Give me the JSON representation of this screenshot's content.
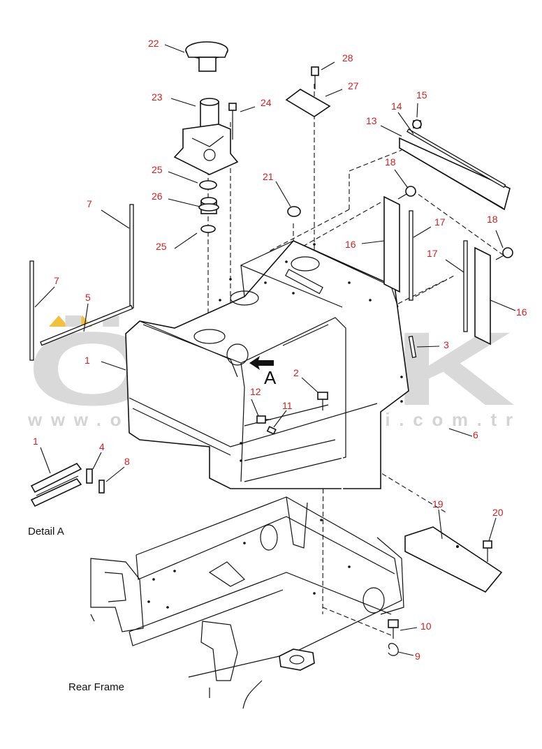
{
  "watermark": {
    "brand": "ÖNEK",
    "url": "www.onekismakinalari.com.tr",
    "accent_color": "#f0c040"
  },
  "labels": {
    "detail": "Detail A",
    "rear_frame": "Rear Frame",
    "view_marker": "A"
  },
  "callouts": [
    {
      "id": "n22",
      "text": "22"
    },
    {
      "id": "n23",
      "text": "23"
    },
    {
      "id": "n24",
      "text": "24"
    },
    {
      "id": "n25a",
      "text": "25"
    },
    {
      "id": "n26",
      "text": "26"
    },
    {
      "id": "n25b",
      "text": "25"
    },
    {
      "id": "n28",
      "text": "28"
    },
    {
      "id": "n27",
      "text": "27"
    },
    {
      "id": "n21",
      "text": "21"
    },
    {
      "id": "n15",
      "text": "15"
    },
    {
      "id": "n14",
      "text": "14"
    },
    {
      "id": "n13",
      "text": "13"
    },
    {
      "id": "n18a",
      "text": "18"
    },
    {
      "id": "n17a",
      "text": "17"
    },
    {
      "id": "n16a",
      "text": "16"
    },
    {
      "id": "n18b",
      "text": "18"
    },
    {
      "id": "n17b",
      "text": "17"
    },
    {
      "id": "n16b",
      "text": "16"
    },
    {
      "id": "n7a",
      "text": "7"
    },
    {
      "id": "n7b",
      "text": "7"
    },
    {
      "id": "n5",
      "text": "5"
    },
    {
      "id": "n1a",
      "text": "1"
    },
    {
      "id": "n3",
      "text": "3"
    },
    {
      "id": "n2",
      "text": "2"
    },
    {
      "id": "n12",
      "text": "12"
    },
    {
      "id": "n11",
      "text": "11"
    },
    {
      "id": "n6",
      "text": "6"
    },
    {
      "id": "n1b",
      "text": "1"
    },
    {
      "id": "n4",
      "text": "4"
    },
    {
      "id": "n8",
      "text": "8"
    },
    {
      "id": "n19",
      "text": "19"
    },
    {
      "id": "n20",
      "text": "20"
    },
    {
      "id": "n10",
      "text": "10"
    },
    {
      "id": "n9",
      "text": "9"
    }
  ],
  "colors": {
    "callout": "#d42020",
    "line": "#111111",
    "watermark": "#d9d9d9"
  }
}
